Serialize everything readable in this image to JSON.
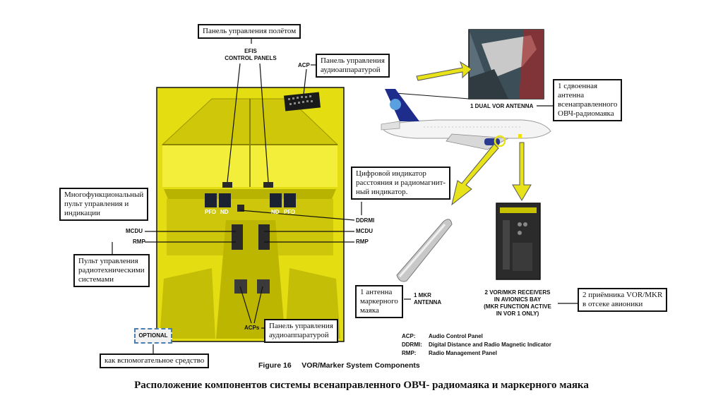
{
  "labels": {
    "efis": "EFIS\nCONTROL PANELS",
    "acp_top": "ACP",
    "pfd_l": "PFD",
    "nd_l": "ND",
    "nd_r": "ND",
    "pfd_r": "PFD",
    "mcdu_l": "MCDU",
    "rmp_l": "RMP",
    "ddrmi": "DDRMI",
    "mcdu_r": "MCDU",
    "rmp_r": "RMP",
    "acps": "ACPs",
    "optional": "OPTIONAL",
    "vor_antenna": "1  DUAL VOR ANTENNA",
    "mkr_antenna": "1 MKR\nANTENNA",
    "receivers": "2 VOR/MKR RECEIVERS\nIN AVIONICS BAY\n(MKR FUNCTION ACTIVE\nIN VOR 1 ONLY)"
  },
  "boxes": {
    "flight_panel": "Панель управления полётом",
    "audio_panel_top": "Панель управления\nаудиоаппаратурой",
    "vor_antenna_ru": "1 сдвоенная\nантенна\nвсенаправленного\nОВЧ-радиомаяка",
    "ddrmi_ru": "Цифровой индикатор\nрасстояния и радиомагнит-\nный индикатор.",
    "mcdu_ru": "Многофункциональный\nпульт управления и\nиндикации",
    "rmp_ru": "Пульт управления\nрадиотехническими\nсистемами",
    "mkr_ru": "1 антенна\nмаркерного\nмаяка",
    "receivers_ru": "2 приёмника VOR/MKR\nв отсеке авионики",
    "audio_panel_bottom": "Панель управления\nаудиоаппаратурой",
    "optional_ru": "как вспомогательное средство"
  },
  "legend": [
    {
      "key": "ACP:",
      "text": "Audio Control Panel"
    },
    {
      "key": "DDRMI:",
      "text": "Digital Distance and Radio Magnetic Indicator"
    },
    {
      "key": "RMP:",
      "text": "Radio Management Panel"
    }
  ],
  "figure_title": "Figure 16     VOR/Marker System Components",
  "caption": "Расположение компонентов системы всенаправленного ОВЧ- радиомаяка и маркерного маяка",
  "colors": {
    "highlight": "#e8e21a",
    "cockpit_bg": "#d9d400",
    "airline_blue": "#1e2c8c",
    "arrow": "#e8e21a"
  }
}
